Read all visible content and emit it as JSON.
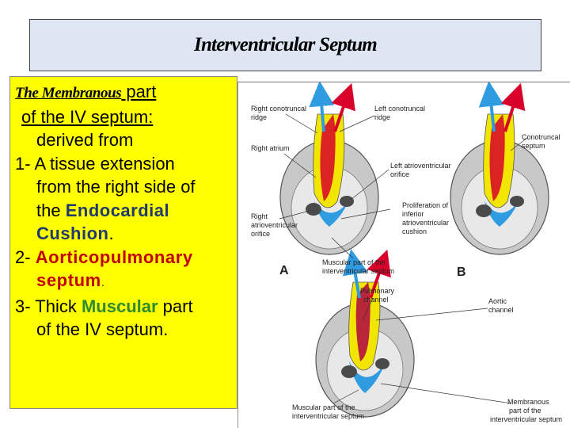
{
  "title": "Interventricular Septum",
  "panel": {
    "line1_serif": "The Membranous",
    "line1_rest": " part",
    "line2": "of the IV septum:",
    "line3": "derived from",
    "item1_a": "1- A tissue extension",
    "item1_b": "from the right side of",
    "item1_c": "the ",
    "item1_d": "Endocardial",
    "item1_e": "Cushion",
    "item1_f": ".",
    "item2_a": "2- ",
    "item2_b": "Aorticopulmonary",
    "item2_c": "septum",
    "item2_d": ".",
    "item3_a": "3- Thick ",
    "item3_b": "Muscular",
    "item3_c": " part",
    "item3_d": "of the IV septum."
  },
  "figure": {
    "labels": {
      "right_conotruncal_1": "Right conotruncal",
      "right_conotruncal_2": "ridge",
      "left_conotruncal_1": "Left conotruncal",
      "left_conotruncal_2": "ridge",
      "right_atrium": "Right atrium",
      "left_av_1": "Left atrioventricular",
      "left_av_2": "orifice",
      "prolif_1": "Proliferation of",
      "prolif_2": "inferior",
      "prolif_3": "atrioventricular",
      "prolif_4": "cushion",
      "right_av_1": "Right",
      "right_av_2": "atrioventricular",
      "right_av_3": "orifice",
      "muscular_a_1": "Muscular part of the",
      "muscular_a_2": "interventricular septum",
      "conotruncal_septum_1": "Conotruncal",
      "conotruncal_septum_2": "septum",
      "panel_a": "A",
      "panel_b": "B",
      "pulmonary_1": "Pulmonary",
      "pulmonary_2": "channel",
      "aortic_1": "Aortic",
      "aortic_2": "channel",
      "muscular_c_1": "Muscular part of the",
      "muscular_c_2": "interventricular septum",
      "membranous_1": "Membranous",
      "membranous_2": "part of the",
      "membranous_3": "interventricular septum"
    },
    "colors": {
      "yellow": "#f2e600",
      "red": "#d8002a",
      "blue": "#2f9be0",
      "magenta": "#b2103f",
      "gray": "#c8c8c8"
    }
  }
}
